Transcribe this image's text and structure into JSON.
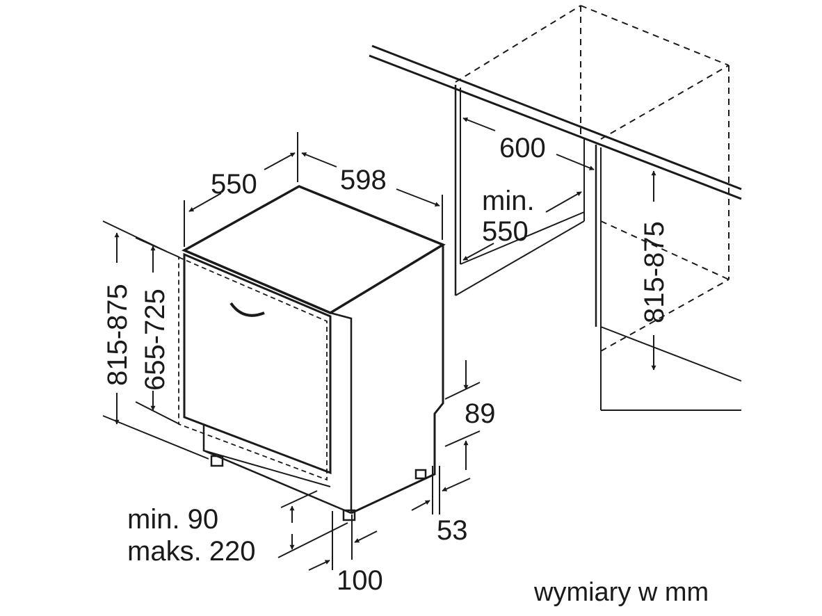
{
  "labels": {
    "depth": "550",
    "width": "598",
    "niche_width": "600",
    "niche_min_label": "min.",
    "niche_min_value": "550",
    "niche_height": "815-875",
    "total_height": "815-875",
    "door_height": "655-725",
    "plinth_top": "89",
    "plinth_recess": "53",
    "plinth_height_min": "min. 90",
    "plinth_height_max": "maks. 220",
    "plinth_depth": "100",
    "units_note": "wymiary w mm"
  },
  "colors": {
    "line": "#1a1a1a",
    "background": "#ffffff"
  }
}
